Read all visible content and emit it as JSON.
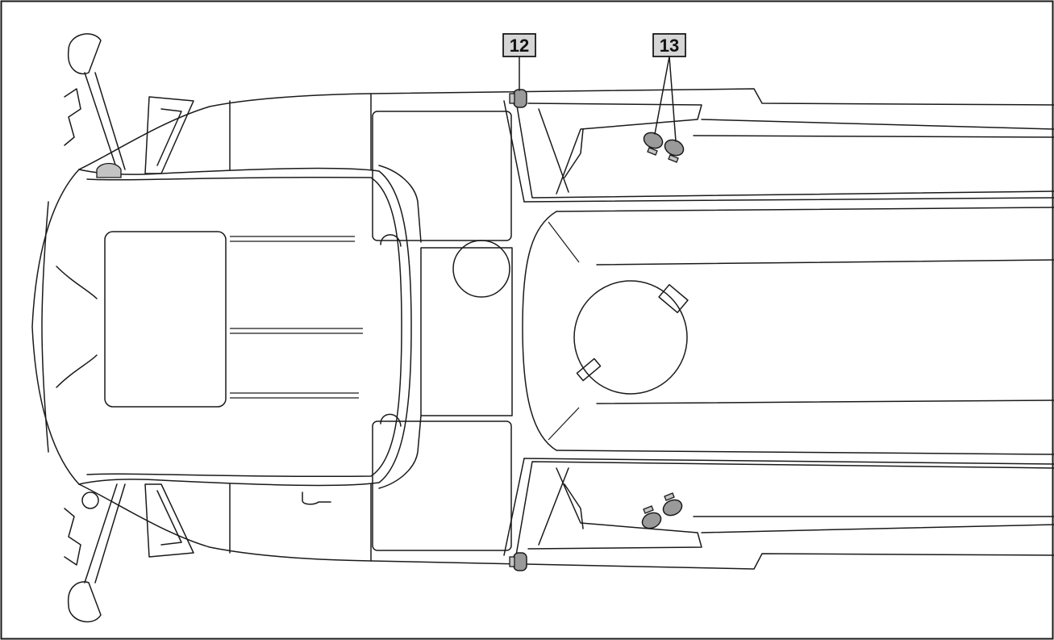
{
  "callouts": [
    {
      "id": "c12",
      "label": "12"
    },
    {
      "id": "c13",
      "label": "13"
    }
  ]
}
